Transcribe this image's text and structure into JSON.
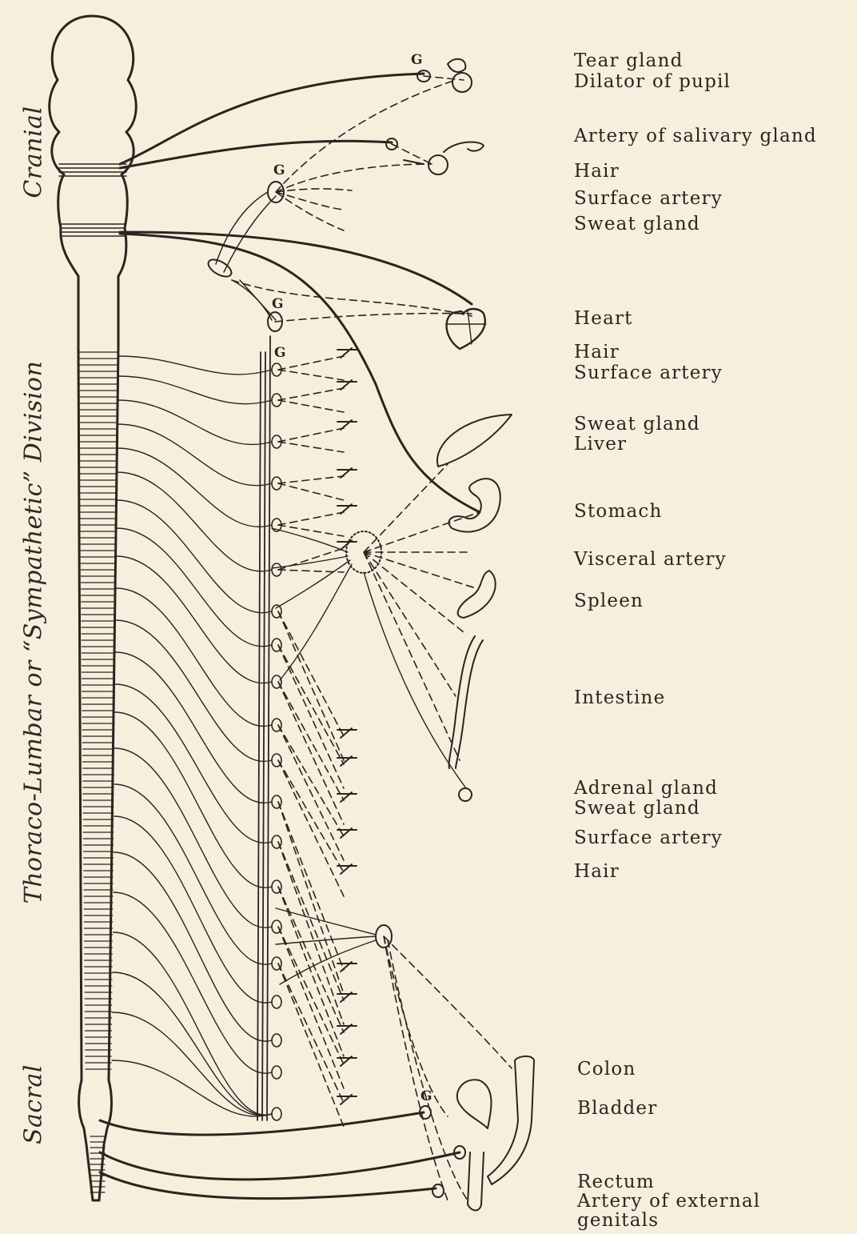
{
  "divisions": {
    "cranial": "Cranial",
    "thoraco_lumbar": "Thoraco-Lumbar or “Sympathetic” Division",
    "sacral": "Sacral"
  },
  "ganglion_mark": "G",
  "organs": [
    "Tear gland",
    "Dilator of pupil",
    "Artery of salivary gland",
    "Hair",
    "Surface artery",
    "Sweat gland",
    "Heart",
    "Hair",
    "Surface artery",
    "Sweat gland",
    "Liver",
    "Stomach",
    "Visceral artery",
    "Spleen",
    "Intestine",
    "Adrenal gland",
    "Sweat gland",
    "Surface artery",
    "Hair",
    "Colon",
    "Bladder",
    "Rectum",
    "Artery of external",
    "genitals"
  ],
  "colors": {
    "paper": "#f7efdd",
    "ink": "#2b2420"
  }
}
